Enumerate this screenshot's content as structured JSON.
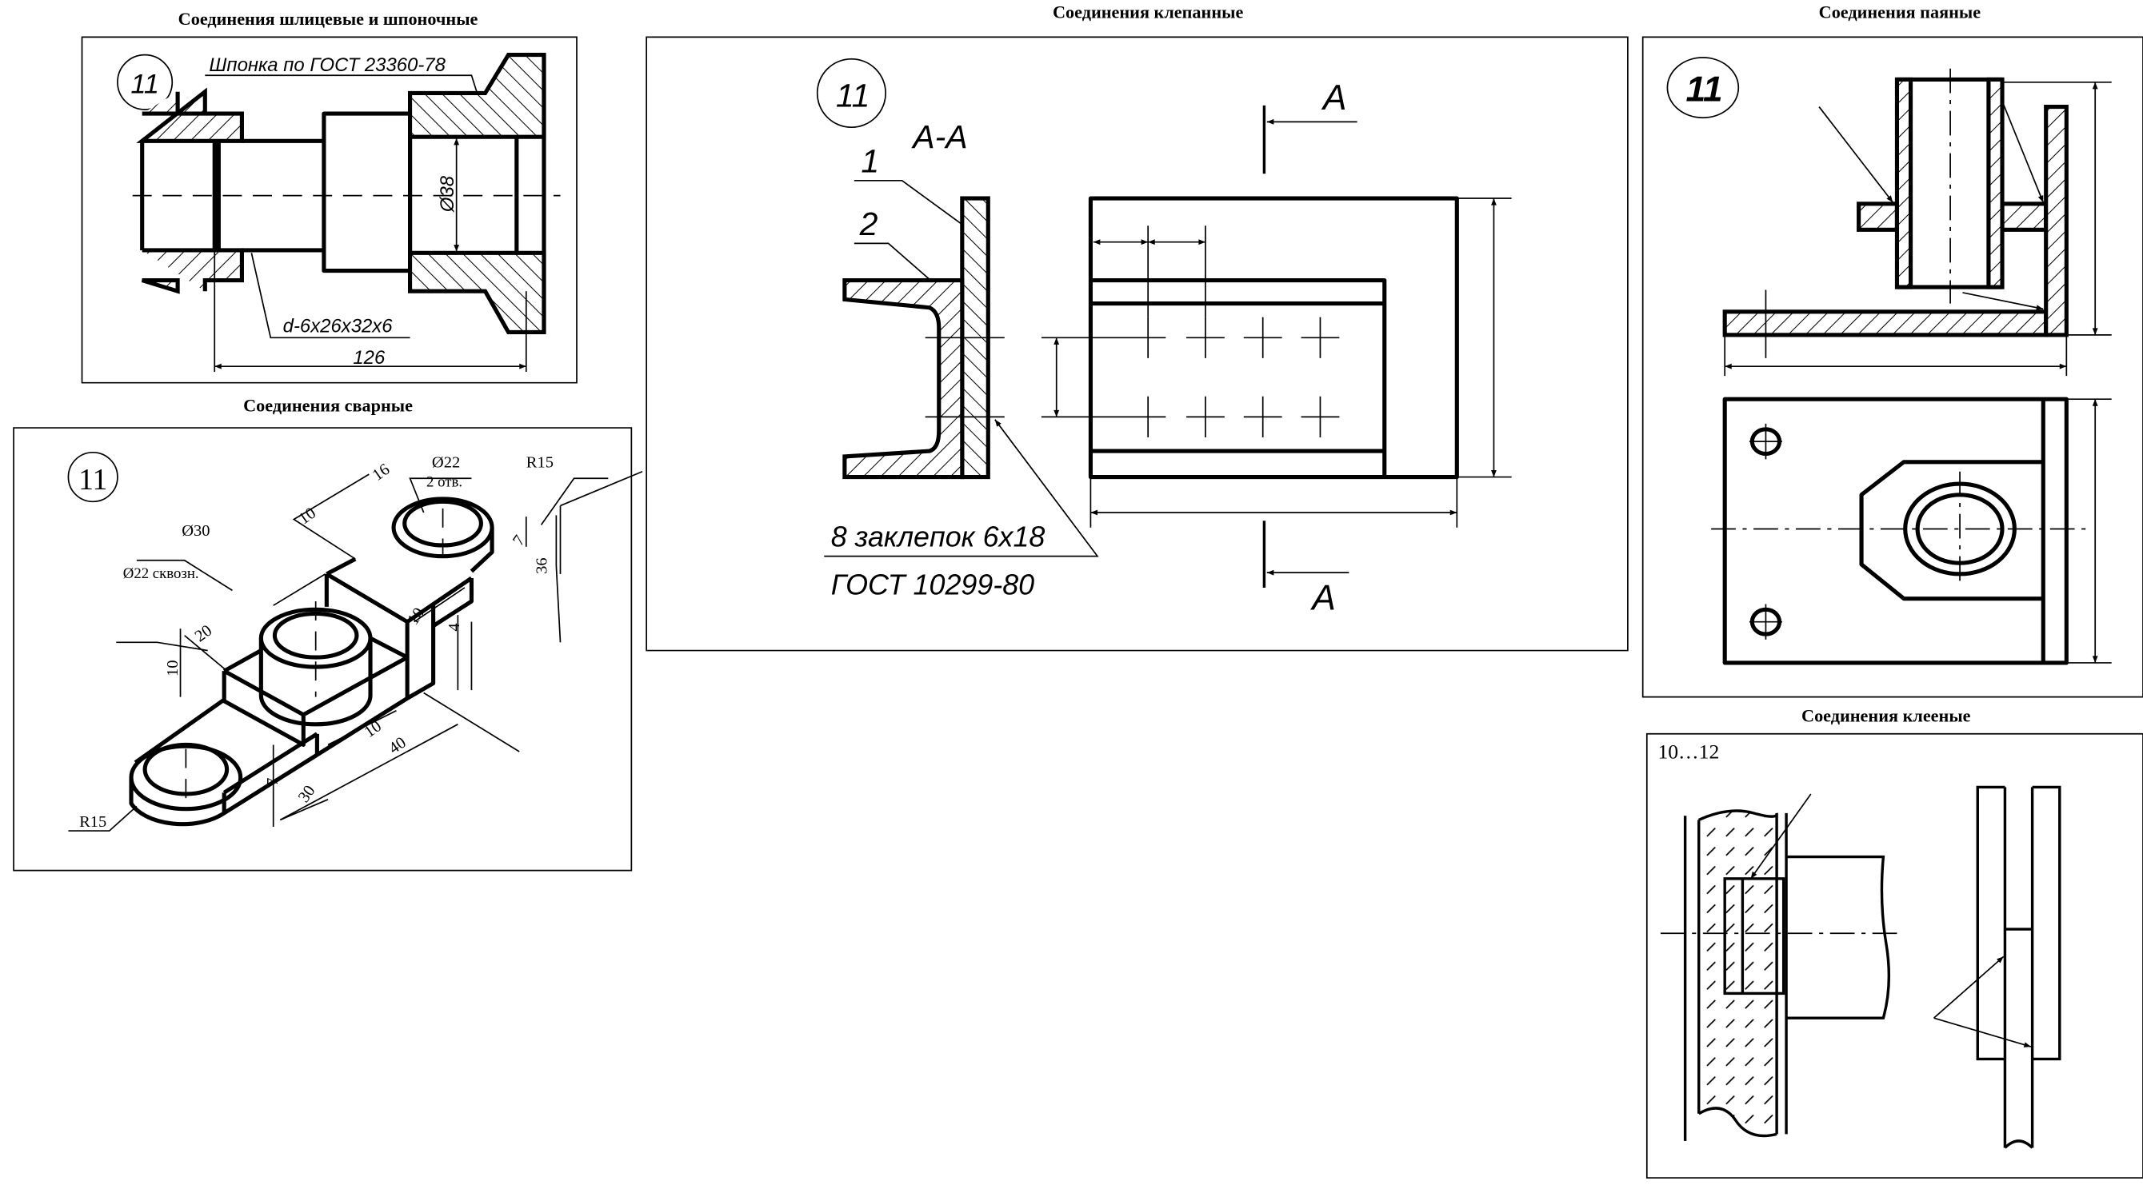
{
  "panels": {
    "splined": {
      "title": "Соединения шлицевые и шпоночные",
      "number": "11",
      "key_note": "Шпонка по ГОСТ 23360-78",
      "spline_note": "d-6x26x32x6",
      "diameter": "Ø38",
      "length": "126"
    },
    "welded": {
      "title": "Соединения сварные",
      "number": "11",
      "hole_diameter": "Ø22",
      "hole_count": "2 отв.",
      "radius_top": "R15",
      "radius_bottom": "R15",
      "dim_16": "16",
      "dim_10_top": "10",
      "boss_diameter": "Ø30",
      "through_hole": "Ø22 сквозн.",
      "dim_20": "20",
      "dim_10_left": "10",
      "dim_10_mid": "10",
      "dim_4": "4",
      "dim_7_right": "7",
      "dim_36": "36",
      "dim_10_bottom": "10",
      "dim_40": "40",
      "dim_30": "30",
      "dim_7_bottom": "7"
    },
    "riveted": {
      "title": "Соединения клепанные",
      "number": "11",
      "section": "А-А",
      "part1": "1",
      "part2": "2",
      "rivet_note": "8 заклепок 6х18",
      "gost_note": "ГОСТ 10299-80",
      "cut_top": "А",
      "cut_bottom": "А"
    },
    "soldered": {
      "title": "Соединения паяные",
      "number": "11"
    },
    "glued": {
      "title": "Соединения клееные",
      "number": "10…12"
    }
  }
}
